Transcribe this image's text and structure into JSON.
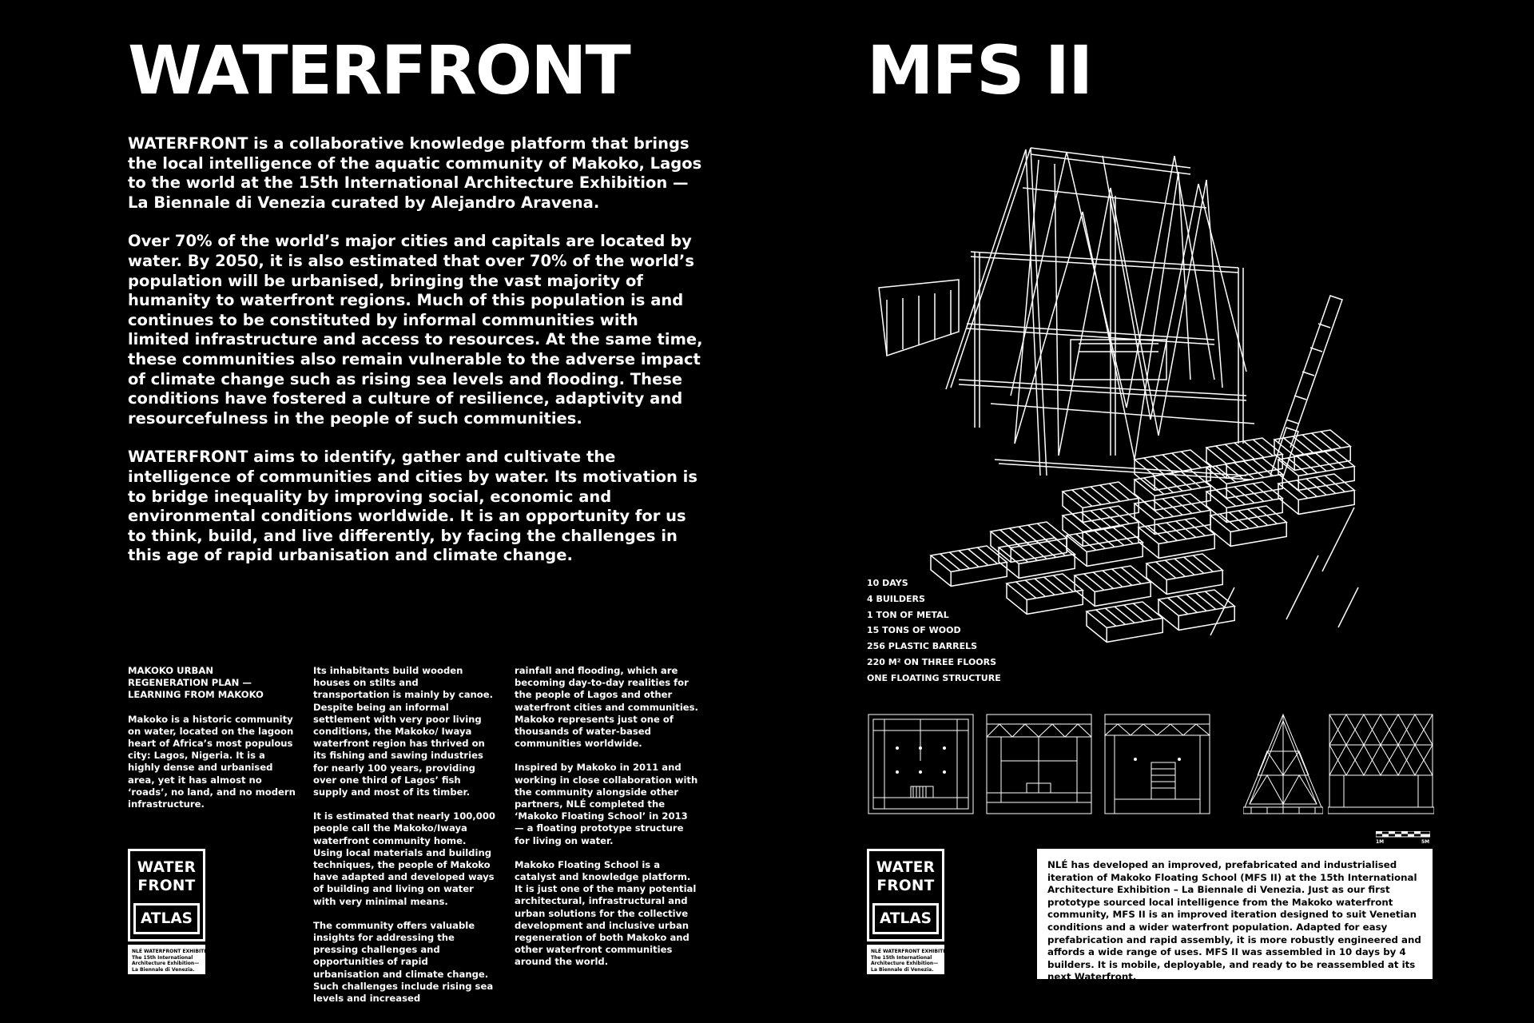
{
  "left": {
    "title": "WATERFRONT",
    "intro": [
      "WATERFRONT is a collaborative knowledge platform that brings the local intelligence of the aquatic community of Makoko, Lagos to the world at the 15th International Architecture Exhibition — La Biennale di Venezia curated by Alejandro Aravena.",
      "Over 70% of the world’s major cities and capitals are located by water. By 2050, it is also estimated that over 70% of the world’s population will be urbanised, bringing the vast majority of humanity to waterfront regions. Much of this population is and continues to be constituted by informal communities with limited infrastructure and access to resources. At the same time, these communities also remain vulnerable to the adverse impact of climate change such as rising sea levels and flooding. These conditions have fostered a culture of resilience, adaptivity and resourcefulness in the people of such communities.",
      "WATERFRONT aims to identify, gather and cultivate the intelligence of communities and cities by water. Its motivation is to bridge inequality by improving social, economic and environmental conditions worldwide. It is an opportunity for us to think, build, and live differently, by facing the challenges in this age of rapid urbanisation and climate change."
    ],
    "col1": {
      "heading": "MAKOKO URBAN REGENERATION PLAN — LEARNING FROM MAKOKO",
      "body": "Makoko is a historic community on water, located on the lagoon heart of Africa’s most populous city: Lagos, Nigeria. It is a highly dense and urbanised area, yet it has almost no ‘roads’, no land, and no modern infrastructure."
    },
    "col2": [
      "Its inhabitants build wooden houses on stilts and transportation is mainly by canoe. Despite being an informal settlement with very poor living conditions, the Makoko/ Iwaya waterfront region has thrived on its fishing and sawing industries for nearly 100 years, providing over one third of Lagos’ fish supply and most of its timber.",
      "It is estimated that nearly 100,000 people call the Makoko/Iwaya waterfront community home. Using local materials and building techniques, the people of Makoko have adapted and developed ways of building and living on water with very minimal means.",
      "The community offers valuable insights for addressing the pressing challenges and opportunities of rapid urbanisation and climate change. Such challenges include rising sea levels and increased"
    ],
    "col3": [
      "rainfall and flooding, which are becoming day-to-day realities for the people of Lagos and other waterfront cities and communities. Makoko represents just one of thousands of water-based communities worldwide.",
      "Inspired by Makoko in 2011 and working in close collaboration with the community alongside other partners, NLÉ completed the ‘Makoko Floating School’ in 2013 — a floating prototype structure for living on water.",
      "Makoko Floating School is a catalyst and knowledge platform. It is just one of the many potential architectural, infrastructural and urban solutions for the collective development and inclusive urban regeneration of both Makoko and other waterfront communities around the world."
    ]
  },
  "logo": {
    "line1": "WATER",
    "line2": "FRONT",
    "atlas": "ATLAS",
    "caption": [
      "NLÉ WATERFRONT EXHIBITION",
      "The 15th International",
      "Architecture Exhibition—",
      "La Biennale di Venezia."
    ]
  },
  "right": {
    "title": "MFS II",
    "facts": [
      "10 DAYS",
      "4 BUILDERS",
      "1 TON OF METAL",
      "15 TONS OF WOOD",
      "256 PLASTIC BARRELS",
      "220 M² ON THREE FLOORS",
      "ONE FLOATING STRUCTURE"
    ],
    "scale_labels": [
      "1M",
      "5M"
    ],
    "description": "NLÉ has developed an improved, prefabricated and industrialised iteration of Makoko Floating School (MFS II) at the 15th International Architecture Exhibition – La Biennale di Venezia. Just as our first prototype sourced local intelligence from the Makoko waterfront community, MFS II is an improved iteration designed to suit Venetian conditions and a wider waterfront population. Adapted for easy prefabrication and rapid assembly, it is more robustly engineered and affords a wide range of uses. MFS II was assembled in 10 days by 4 builders. It is mobile, deployable, and ready to be reassembled at its next Waterfront."
  },
  "colors": {
    "background": "#000000",
    "foreground": "#ffffff"
  }
}
